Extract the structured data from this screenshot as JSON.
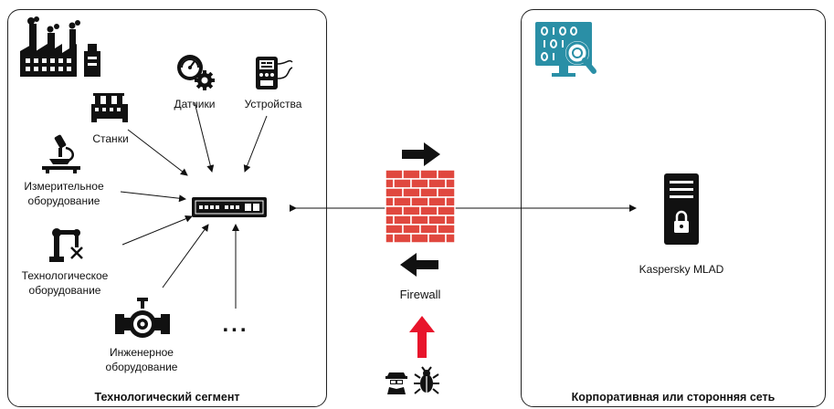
{
  "segments": {
    "left_title": "Технологический сегмент",
    "right_title": "Корпоративная или сторонняя сеть"
  },
  "devices": {
    "sensors": "Датчики",
    "devices": "Устройства",
    "machines": "Станки",
    "measuring": "Измерительное\nоборудование",
    "technological": "Технологическое\nоборудование",
    "engineering": "Инженерное\nоборудование",
    "ellipsis": "..."
  },
  "firewall": {
    "label": "Firewall"
  },
  "server": {
    "label": "Kaspersky MLAD"
  },
  "colors": {
    "arrow": "#111111",
    "attack_arrow": "#e8142b",
    "brick": "#e0483f",
    "icon_teal": "#2a8fa6"
  }
}
